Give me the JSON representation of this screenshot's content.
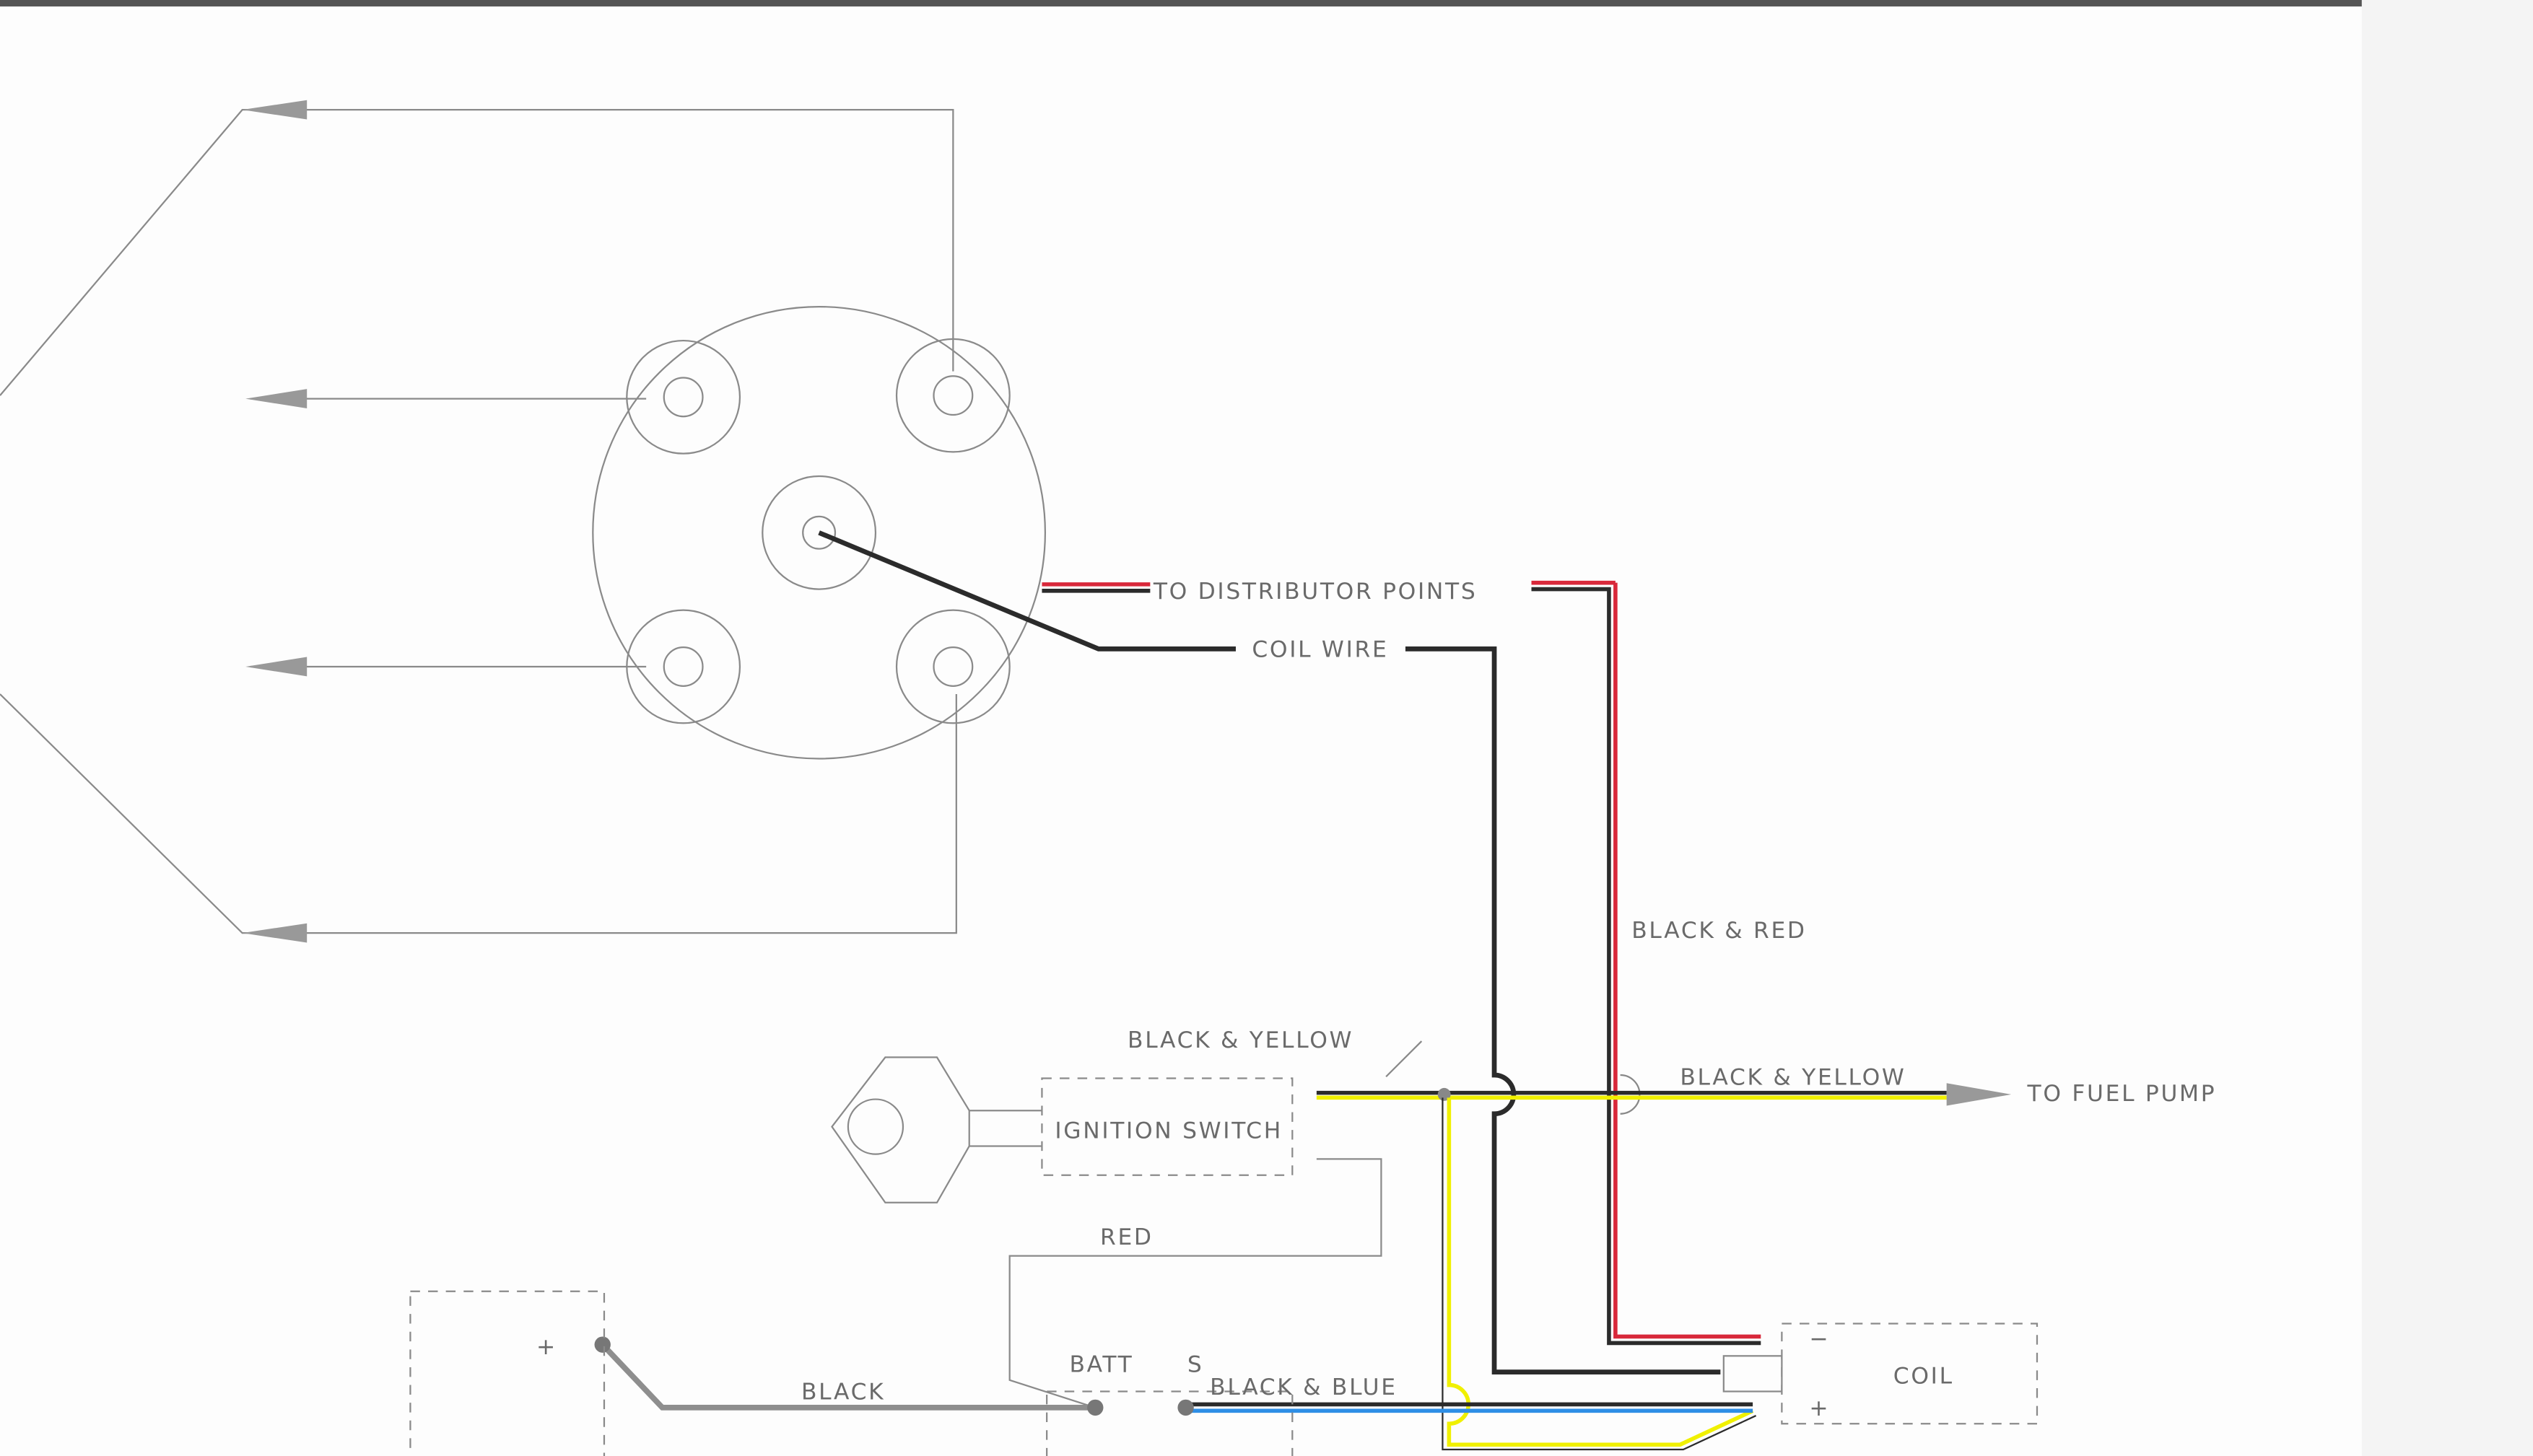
{
  "diagram": {
    "title": "Ignition wiring diagram",
    "labels": {
      "to_distributor_points": "TO   DISTRIBUTOR  POINTS",
      "coil_wire": "COIL  WIRE",
      "black_red": "BLACK  &  RED",
      "black_yellow_upper": "BLACK  &  YELLOW",
      "black_yellow_right": "BLACK  &  YELLOW",
      "to_fuel_pump": "TO  FUEL  PUMP",
      "ignition_switch": "IGNITION  SWITCH",
      "red": "RED",
      "batt": "BATT",
      "s": "S",
      "black_blue": "BLACK  &  BLUE",
      "black": "BLACK",
      "coil": "COIL",
      "coil_minus": "−",
      "coil_plus": "+",
      "battery_plus": "+"
    },
    "colors": {
      "wire_black": "#2b2b2b",
      "wire_red": "#d8283a",
      "wire_yellow": "#f0f000",
      "wire_blue": "#2f8fe6",
      "wire_gray": "#8e8e8e",
      "line": "#8a8a8a",
      "paper": "#fdfdfd"
    }
  }
}
